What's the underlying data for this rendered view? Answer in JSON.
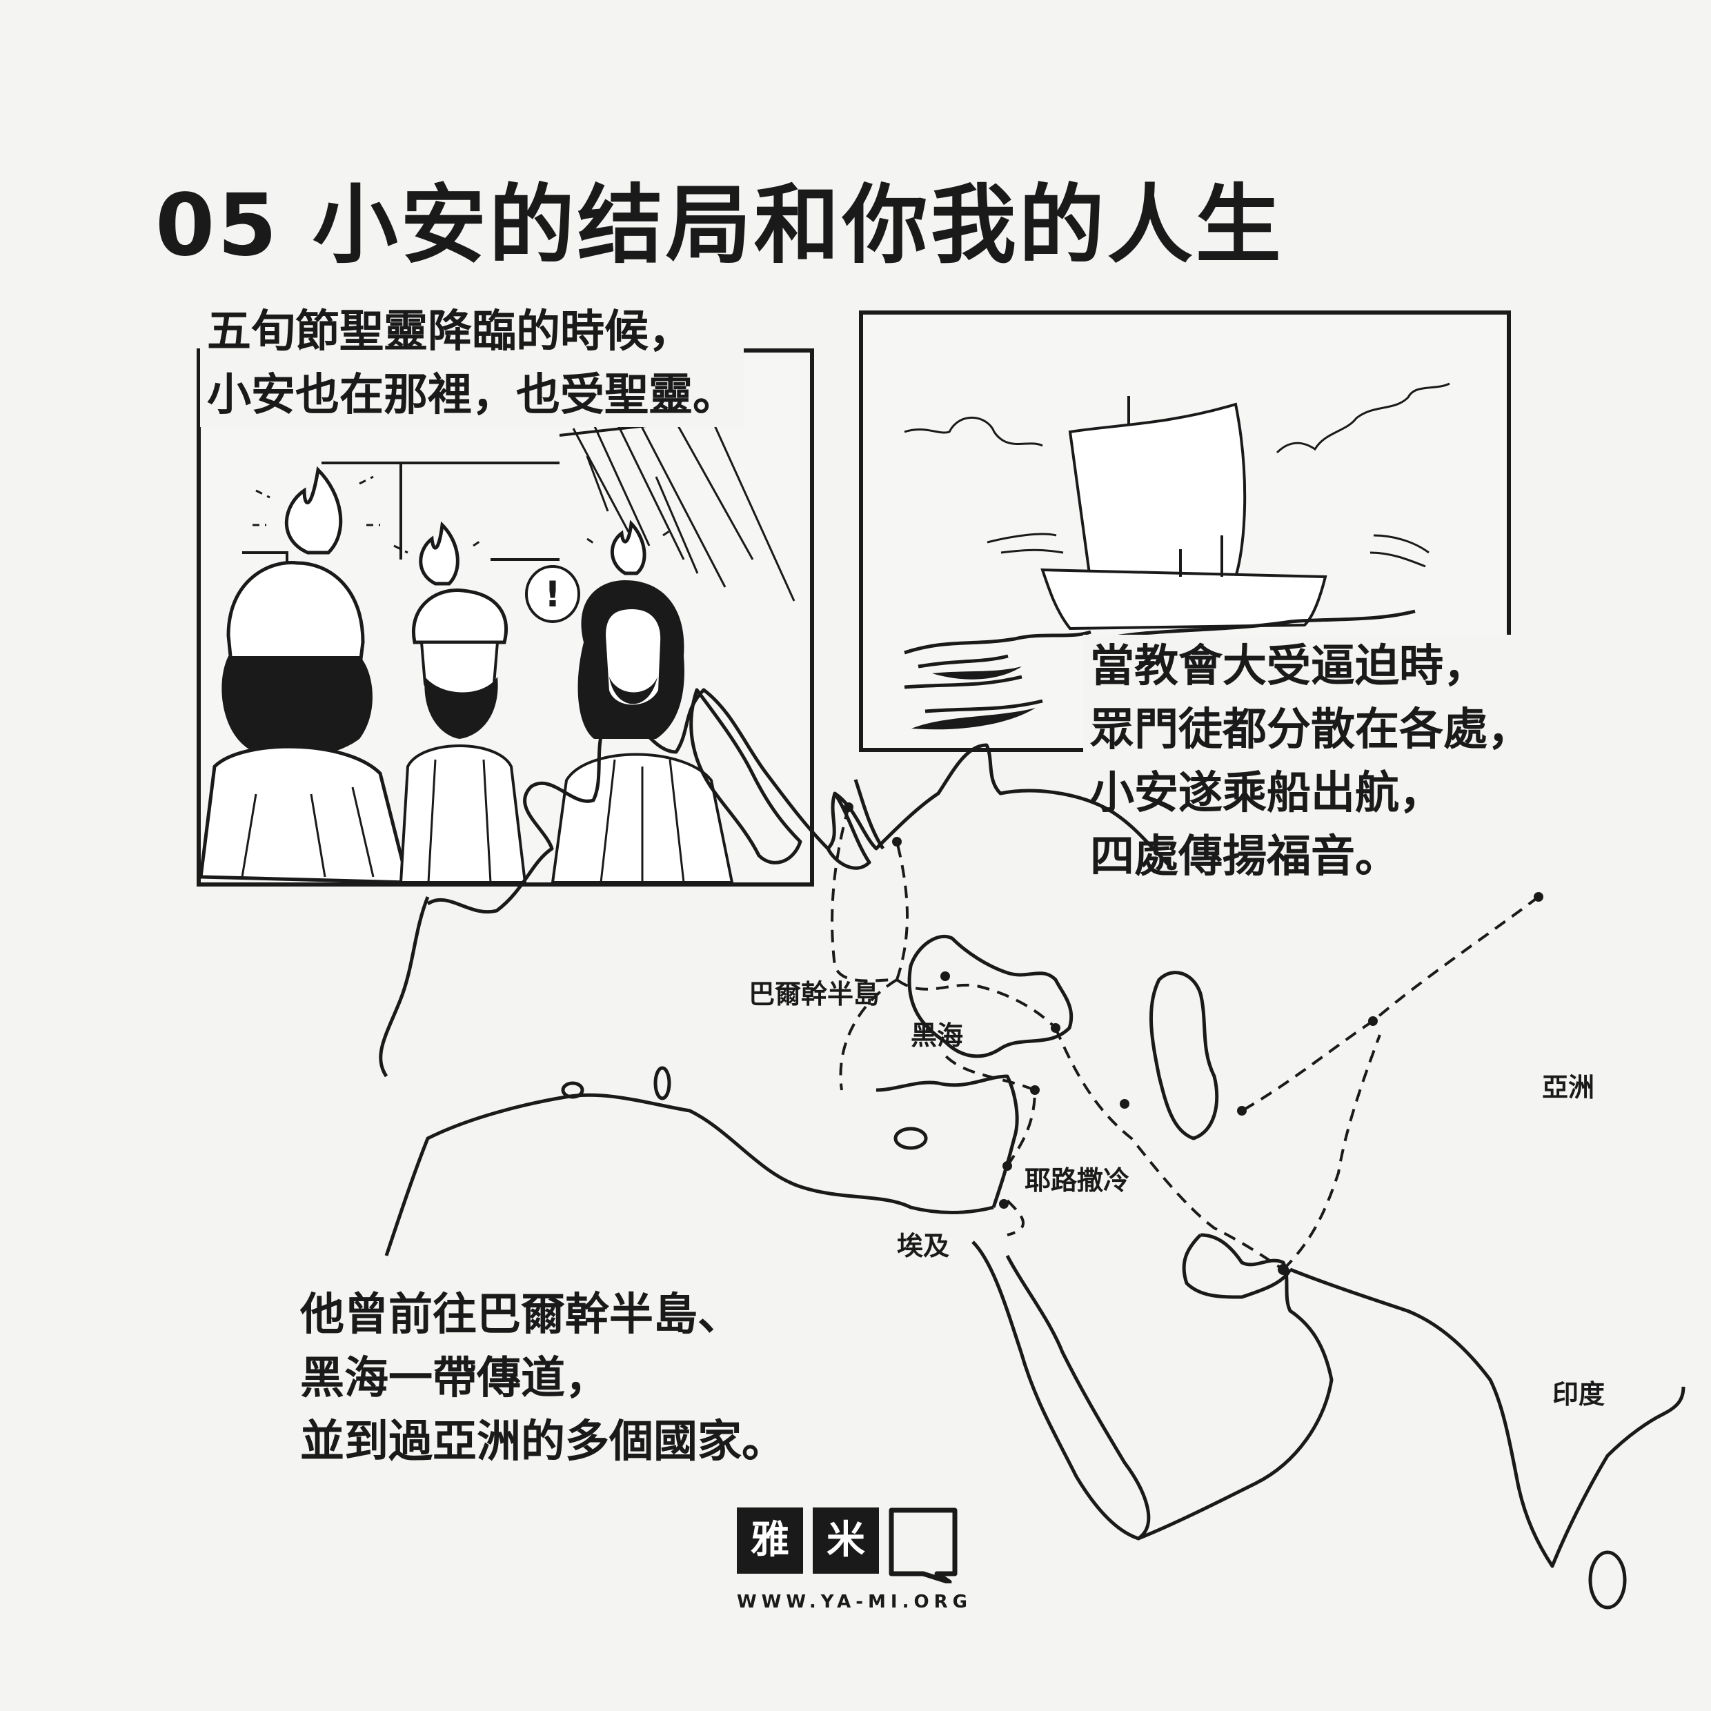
{
  "title": "05  小安的结局和你我的人生",
  "captions": {
    "pentecost": [
      "五旬節聖靈降臨的時候，",
      "小安也在那裡，也受聖靈。"
    ],
    "scattered": [
      "當教會大受逼迫時，",
      "眾門徒都分散在各處，",
      "小安遂乘船出航，",
      "四處傳揚福音。"
    ],
    "journeys": [
      "他曾前往巴爾幹半島、",
      "黑海一帶傳道，",
      "並到過亞洲的多個國家。"
    ]
  },
  "panel1": {
    "exclamation": "!"
  },
  "map": {
    "labels": {
      "balkan": "巴爾幹半島",
      "black_sea": "黑海",
      "jerusalem": "耶路撒冷",
      "egypt": "埃及",
      "asia": "亞洲",
      "india": "印度"
    }
  },
  "logo": {
    "char1": "雅",
    "char2": "米",
    "url": "WWW.YA-MI.ORG"
  }
}
